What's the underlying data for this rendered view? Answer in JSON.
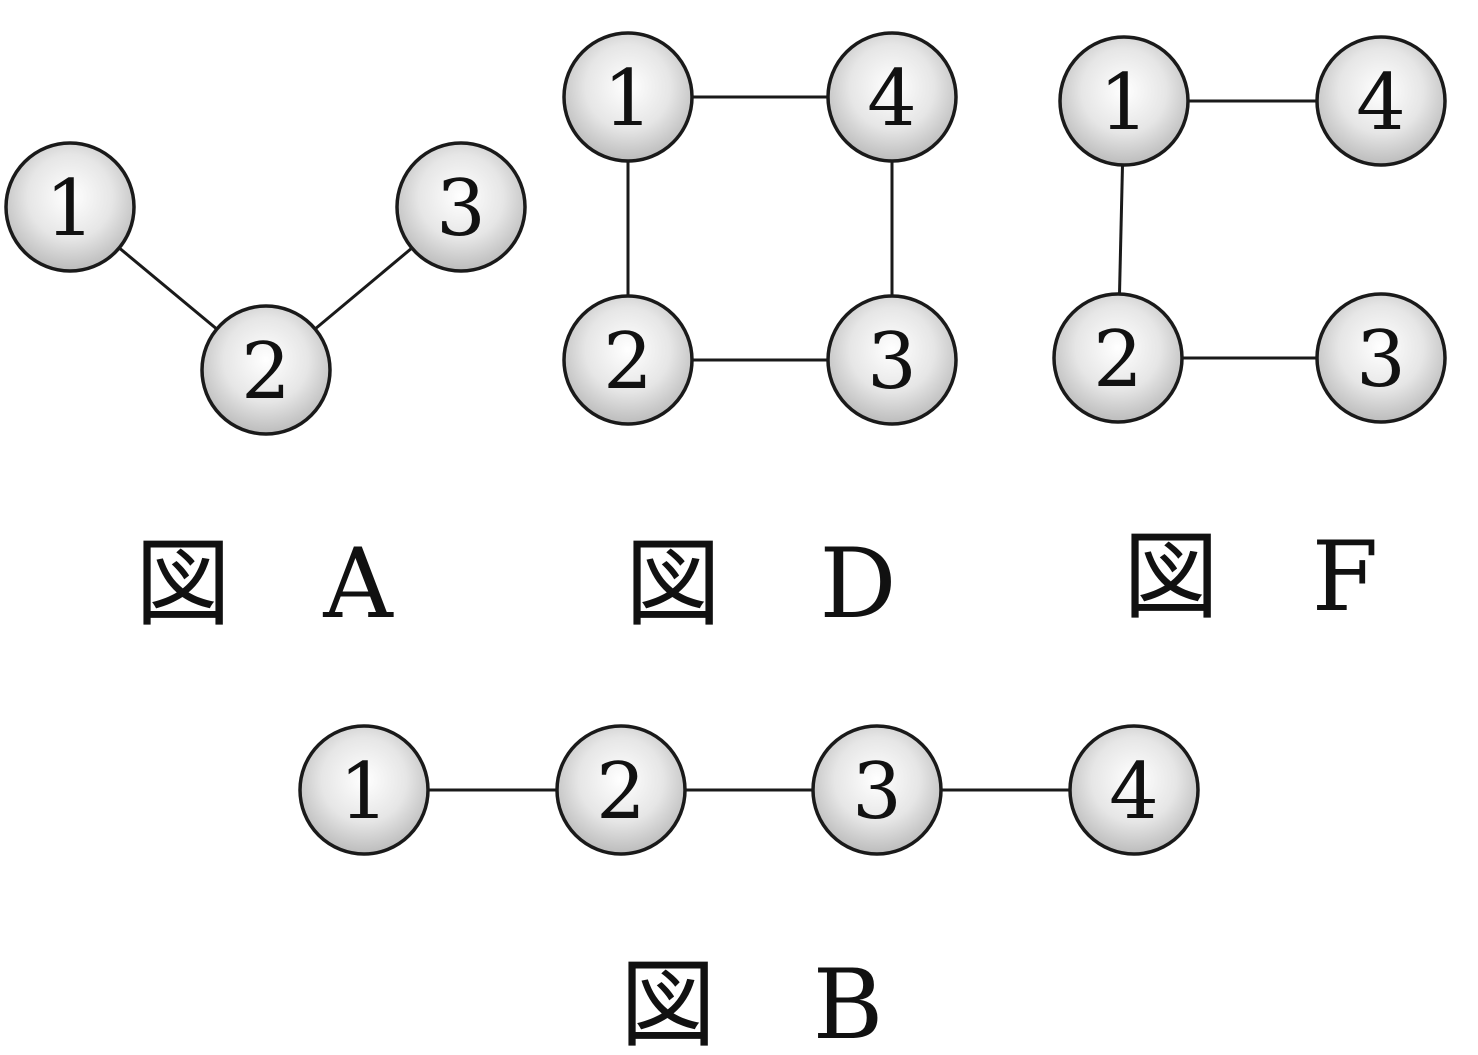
{
  "colors": {
    "node_fill_center": "#ffffff",
    "node_fill_edge": "#b8b8b8",
    "stroke": "#1a1a1a",
    "text": "#111111"
  },
  "figures": [
    {
      "id": "A",
      "caption": {
        "prefix": "図",
        "letter": "A"
      },
      "nodes": [
        {
          "id": "A1",
          "label": "1"
        },
        {
          "id": "A2",
          "label": "2"
        },
        {
          "id": "A3",
          "label": "3"
        }
      ],
      "edges": [
        [
          "A1",
          "A2"
        ],
        [
          "A2",
          "A3"
        ]
      ]
    },
    {
      "id": "D",
      "caption": {
        "prefix": "図",
        "letter": "D"
      },
      "nodes": [
        {
          "id": "D1",
          "label": "1"
        },
        {
          "id": "D4",
          "label": "4"
        },
        {
          "id": "D2",
          "label": "2"
        },
        {
          "id": "D3",
          "label": "3"
        }
      ],
      "edges": [
        [
          "D1",
          "D4"
        ],
        [
          "D1",
          "D2"
        ],
        [
          "D4",
          "D3"
        ],
        [
          "D2",
          "D3"
        ]
      ]
    },
    {
      "id": "F",
      "caption": {
        "prefix": "図",
        "letter": "F"
      },
      "nodes": [
        {
          "id": "F1",
          "label": "1"
        },
        {
          "id": "F4",
          "label": "4"
        },
        {
          "id": "F2",
          "label": "2"
        },
        {
          "id": "F3",
          "label": "3"
        }
      ],
      "edges": [
        [
          "F1",
          "F4"
        ],
        [
          "F1",
          "F2"
        ],
        [
          "F2",
          "F3"
        ]
      ]
    },
    {
      "id": "B",
      "caption": {
        "prefix": "図",
        "letter": "B"
      },
      "nodes": [
        {
          "id": "B1",
          "label": "1"
        },
        {
          "id": "B2",
          "label": "2"
        },
        {
          "id": "B3",
          "label": "3"
        },
        {
          "id": "B4",
          "label": "4"
        }
      ],
      "edges": [
        [
          "B1",
          "B2"
        ],
        [
          "B2",
          "B3"
        ],
        [
          "B3",
          "B4"
        ]
      ]
    }
  ]
}
